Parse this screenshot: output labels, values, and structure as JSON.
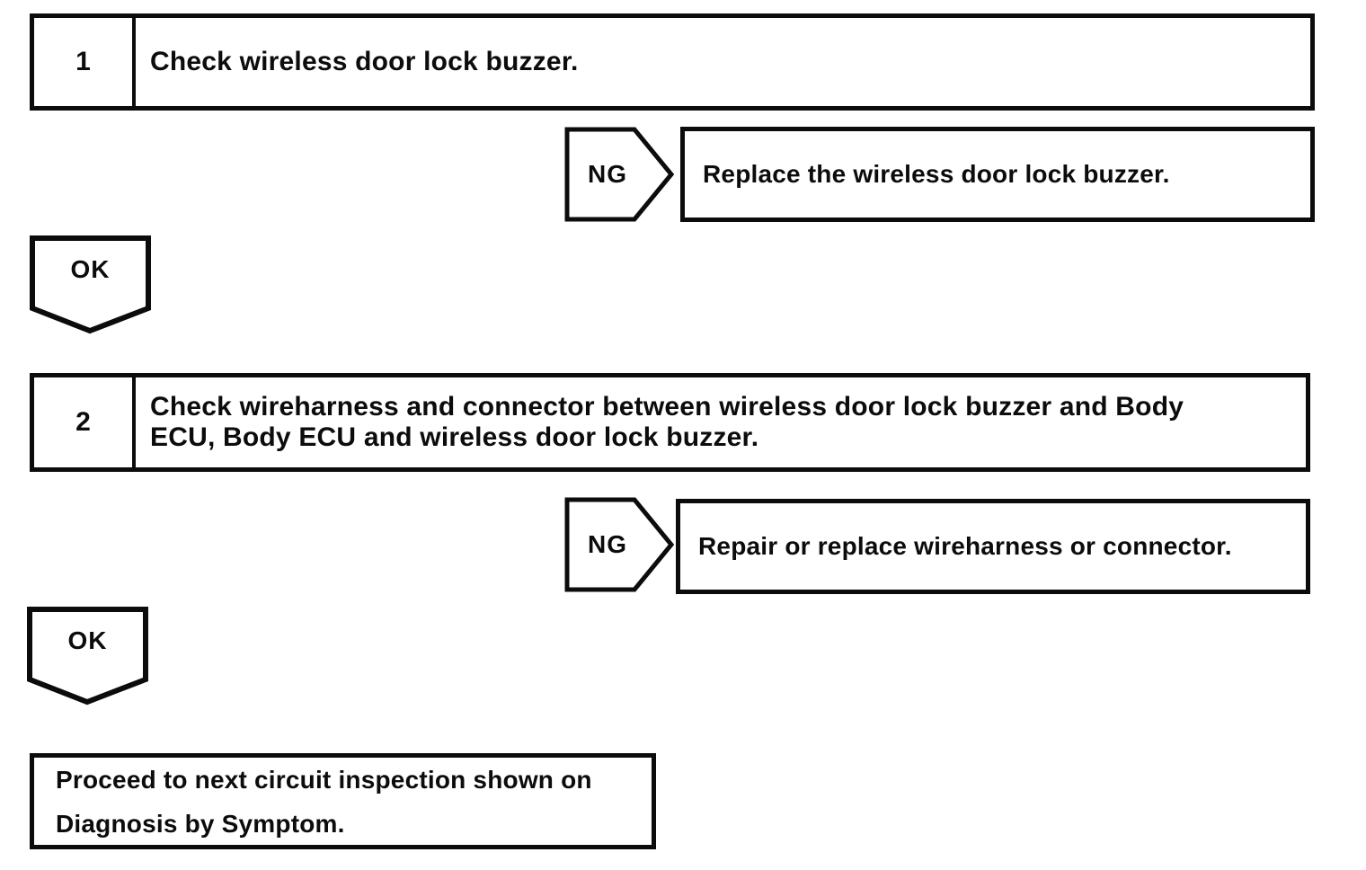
{
  "page": {
    "background": "#ffffff",
    "line_color": "#0c0c0c"
  },
  "flowchart": {
    "steps": [
      {
        "number": "1",
        "instruction": "Check wireless door lock buzzer.",
        "ng_label": "NG",
        "ng_result": "Replace the wireless door lock buzzer.",
        "ok_label": "OK"
      },
      {
        "number": "2",
        "instruction": "Check wireharness and connector between wireless door lock buzzer and Body\nECU, Body ECU and wireless door lock buzzer.",
        "ng_label": "NG",
        "ng_result": "Repair or replace wireharness or connector.",
        "ok_label": "OK"
      }
    ],
    "final_action": "Proceed to next circuit inspection shown on\nDiagnosis by Symptom."
  }
}
